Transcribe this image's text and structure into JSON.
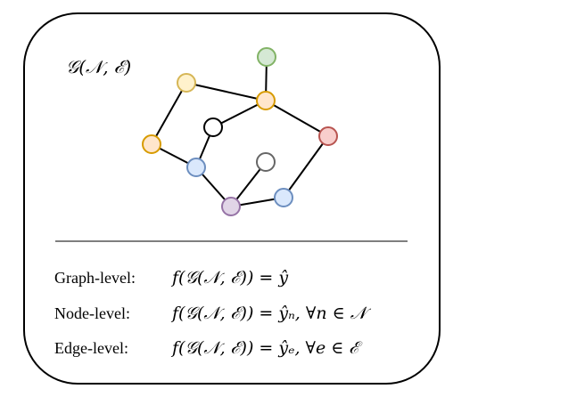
{
  "graph": {
    "label": "𝒢(𝒩, ℰ)",
    "nodes": [
      {
        "id": "n1",
        "color": "green"
      },
      {
        "id": "n2",
        "color": "yellow"
      },
      {
        "id": "n3",
        "color": "orange"
      },
      {
        "id": "n4",
        "color": "white"
      },
      {
        "id": "n5",
        "color": "red"
      },
      {
        "id": "n6",
        "color": "orange"
      },
      {
        "id": "n7",
        "color": "blue"
      },
      {
        "id": "n8",
        "color": "gray"
      },
      {
        "id": "n9",
        "color": "blue"
      },
      {
        "id": "n10",
        "color": "purple"
      }
    ],
    "edges": [
      [
        "n1",
        "n3"
      ],
      [
        "n2",
        "n3"
      ],
      [
        "n2",
        "n6"
      ],
      [
        "n3",
        "n4"
      ],
      [
        "n3",
        "n5"
      ],
      [
        "n4",
        "n7"
      ],
      [
        "n6",
        "n7"
      ],
      [
        "n7",
        "n10"
      ],
      [
        "n8",
        "n10"
      ],
      [
        "n10",
        "n9"
      ],
      [
        "n9",
        "n5"
      ]
    ],
    "colors": {
      "green": {
        "fill": "#d5e8d4",
        "stroke": "#82b366"
      },
      "yellow": {
        "fill": "#fff2cc",
        "stroke": "#d6b656"
      },
      "orange": {
        "fill": "#ffe6cc",
        "stroke": "#d79b00"
      },
      "white": {
        "fill": "#ffffff",
        "stroke": "#000000"
      },
      "red": {
        "fill": "#f8cecc",
        "stroke": "#b85450"
      },
      "blue": {
        "fill": "#dae8fc",
        "stroke": "#6c8ebf"
      },
      "gray": {
        "fill": "#ffffff",
        "stroke": "#666666"
      },
      "purple": {
        "fill": "#e1d5e7",
        "stroke": "#9673a6"
      }
    }
  },
  "tasks": [
    {
      "label": "Graph-level:",
      "formula": "f(𝒢(𝒩, ℰ)) = ŷ"
    },
    {
      "label": "Node-level:",
      "formula": "f(𝒢(𝒩, ℰ)) = ŷₙ, ∀n ∈ 𝒩"
    },
    {
      "label": "Edge-level:",
      "formula": "f(𝒢(𝒩, ℰ)) = ŷₑ, ∀e ∈ ℰ"
    }
  ]
}
